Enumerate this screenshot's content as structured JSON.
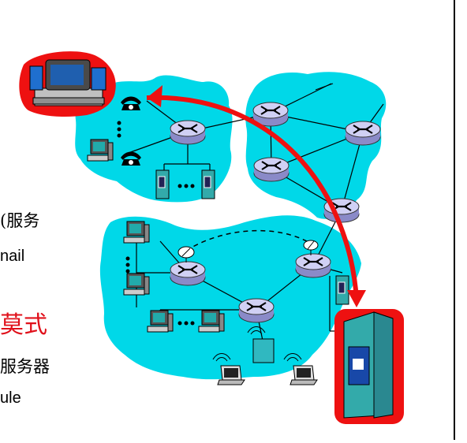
{
  "text_fragments": [
    {
      "id": "frag1",
      "text": "(服务"
    },
    {
      "id": "frag2",
      "text": "nail"
    },
    {
      "id": "frag3",
      "text": "莫式"
    },
    {
      "id": "frag4",
      "text": "服务器"
    },
    {
      "id": "frag5",
      "text": "ule"
    }
  ],
  "colors": {
    "cloud": "#00d8e8",
    "router_fill": "#c8c8ee",
    "arrow": "#ee1111",
    "highlight": "#ee1111",
    "server_fill": "#40b8c0",
    "right_border": "#000000"
  },
  "icons": [
    "desktop-computer-icon",
    "router-icon",
    "telephone-icon",
    "server-icon",
    "laptop-icon",
    "satellite-dish-icon",
    "wireless-icon"
  ]
}
